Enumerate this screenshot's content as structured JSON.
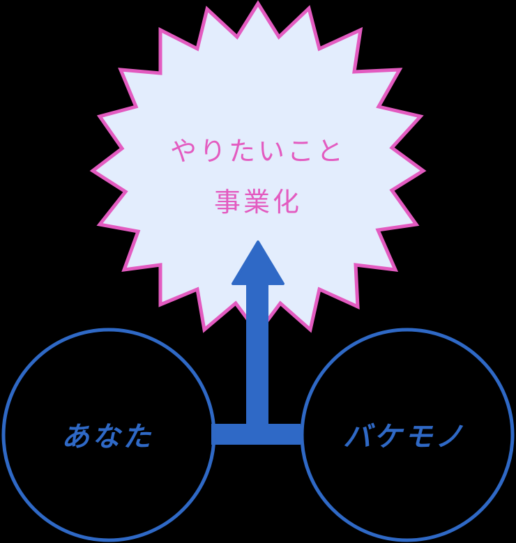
{
  "diagram": {
    "goal": {
      "line1": "やりたいこと",
      "line2": "事業化",
      "fill_color": "#e3edfd",
      "stroke_color": "#e35bc0"
    },
    "left_circle": {
      "label": "あなた",
      "stroke_color": "#2f69c6"
    },
    "right_circle": {
      "label": "バケモノ",
      "stroke_color": "#2f69c6"
    },
    "connector": {
      "type": "T-junction-arrow-up",
      "color": "#2f69c6"
    },
    "background_color": "#000000"
  }
}
